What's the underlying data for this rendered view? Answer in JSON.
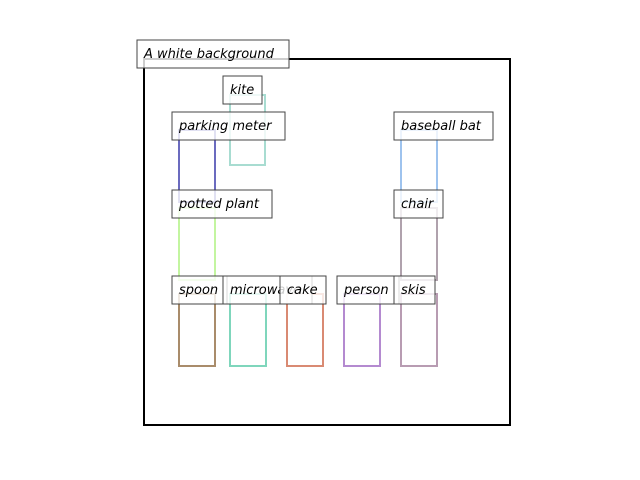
{
  "scene": {
    "caption": "A white background",
    "objects": [
      {
        "id": "kite",
        "label": "kite",
        "color": "#a8dcd1"
      },
      {
        "id": "parking-meter",
        "label": "parking meter",
        "color": "#6b6bbf"
      },
      {
        "id": "baseball-bat",
        "label": "baseball bat",
        "color": "#9ec3ee"
      },
      {
        "id": "potted-plant",
        "label": "potted plant",
        "color": "#c3f5a0"
      },
      {
        "id": "chair",
        "label": "chair",
        "color": "#b0a2ad"
      },
      {
        "id": "spoon",
        "label": "spoon",
        "color": "#a98c6b"
      },
      {
        "id": "microwave",
        "label": "microwave",
        "color": "#7fd6bc"
      },
      {
        "id": "cake",
        "label": "cake",
        "color": "#d98a73"
      },
      {
        "id": "person",
        "label": "person",
        "color": "#b48ad0"
      },
      {
        "id": "skis",
        "label": "skis",
        "color": "#b89cb2"
      }
    ]
  }
}
